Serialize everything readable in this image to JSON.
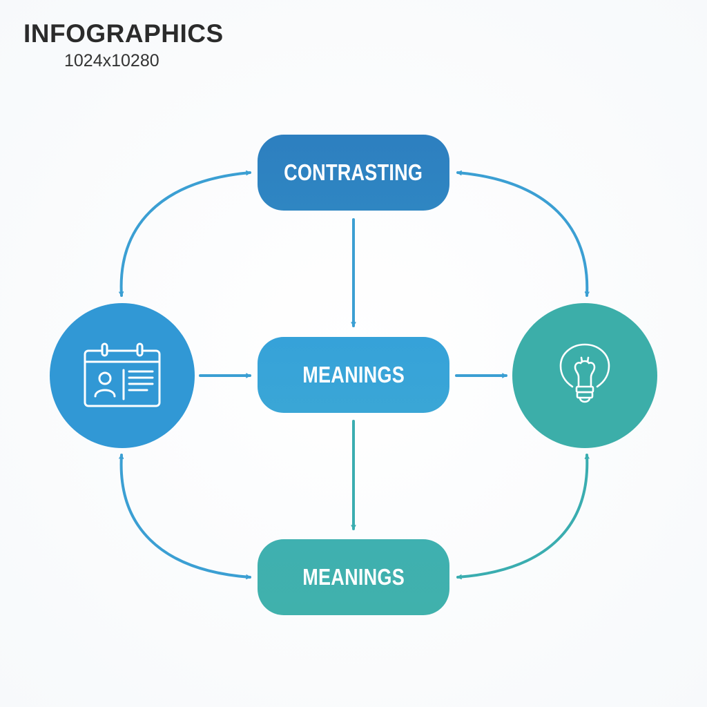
{
  "header": {
    "title": "INFOGRAPHICS",
    "subtitle": "1024x10280"
  },
  "nodes": {
    "top": {
      "label": "CONTRASTING"
    },
    "middle": {
      "label": "MEANINGS"
    },
    "bottom": {
      "label": "MEANINGS"
    },
    "left": {
      "icon": "id-card-calendar-icon"
    },
    "right": {
      "icon": "lightbulb-icon"
    }
  },
  "colors": {
    "top_pill": "#2d7fc0",
    "middle_pill": "#36a2d9",
    "bottom_pill": "#3fb0b0",
    "left_circle": "#3198d5",
    "right_circle": "#3caea9",
    "arrow_blue": "#3b9fd3",
    "arrow_teal": "#3aadb0"
  }
}
